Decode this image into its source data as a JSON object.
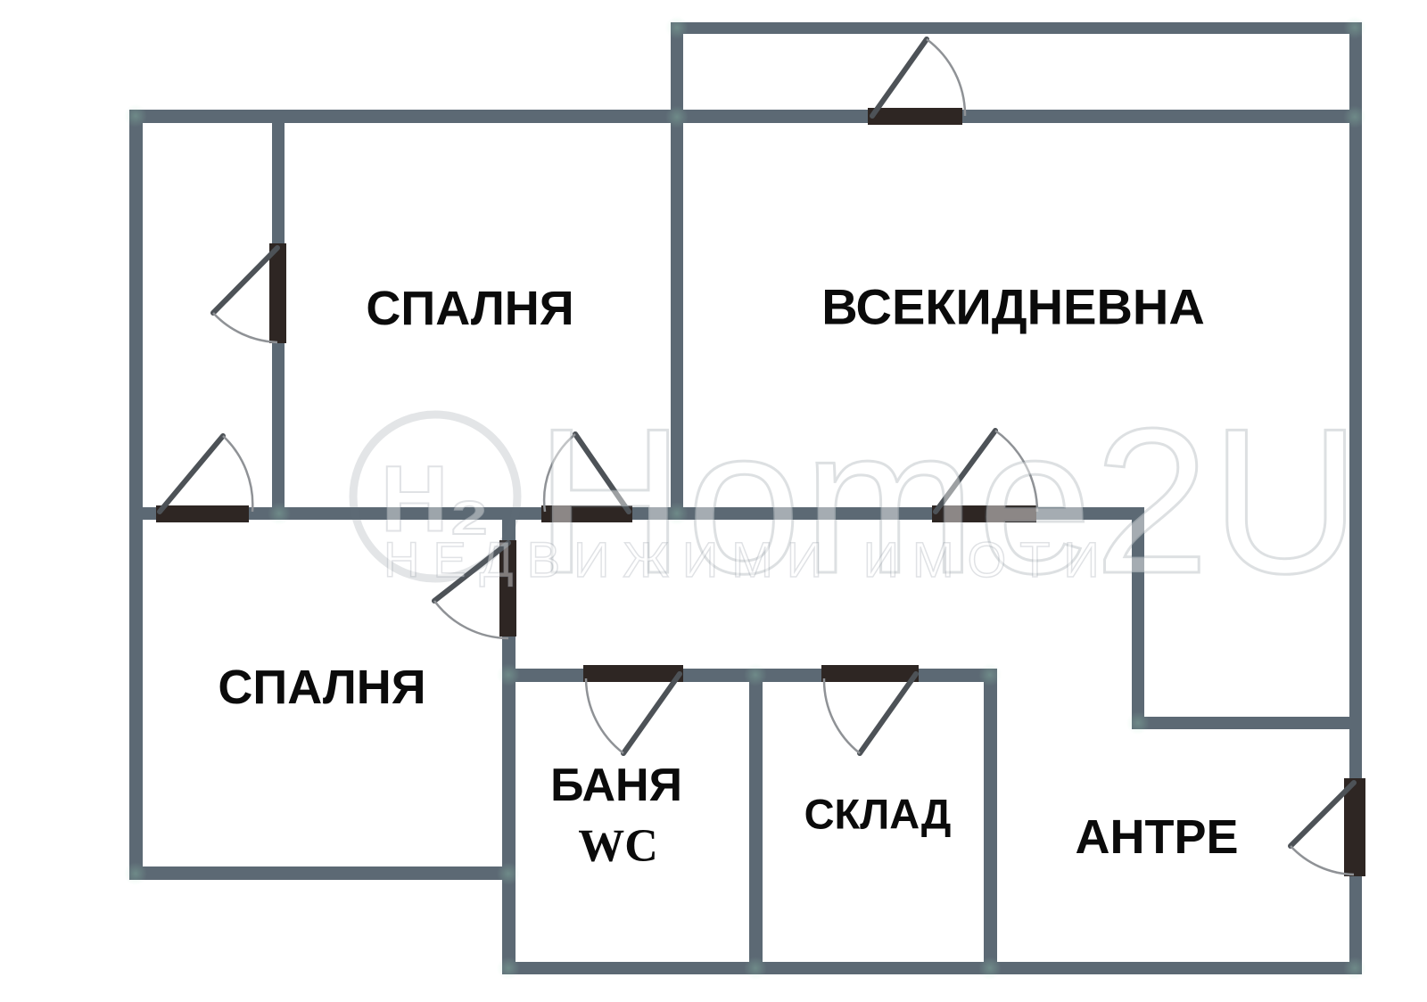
{
  "title": "Apartment floor plan",
  "colors": {
    "background": "#ffffff",
    "wall": "#5c6974",
    "door_bar": "#2e2623",
    "leaf": "#4d5257",
    "arc": "#8f9296",
    "label": "#0b0b0b"
  },
  "rooms": {
    "bedroom_top": {
      "label": "СПАЛНЯ"
    },
    "living": {
      "label": "ВСЕКИДНЕВНА"
    },
    "bedroom_bottom": {
      "label": "СПАЛНЯ"
    },
    "bathroom": {
      "label": "БАНЯ",
      "label2": "WC"
    },
    "storage": {
      "label": "СКЛАД"
    },
    "entry": {
      "label": "АНТРЕ"
    }
  },
  "watermark": {
    "logo_text": "H₂",
    "brand": "Home2U",
    "tagline": "НЕДВИЖИМИ ИМОТИ"
  }
}
